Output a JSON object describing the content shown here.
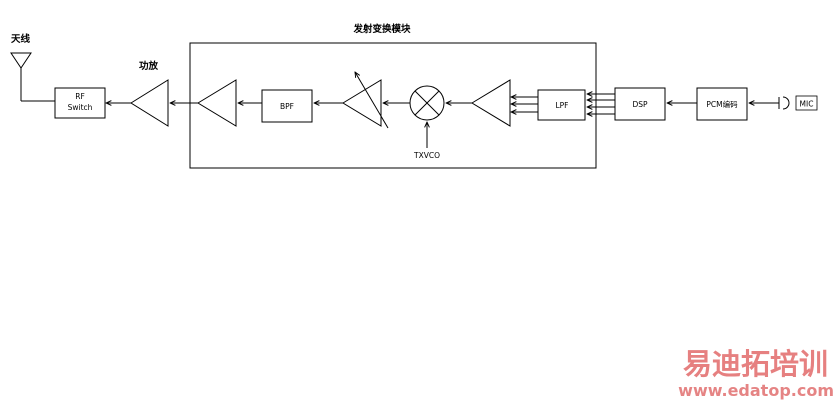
{
  "labels": {
    "antenna": "天线",
    "power_amp": "功放",
    "module_title": "发射变换模块",
    "rf_switch_line1": "RF",
    "rf_switch_line2": "Switch",
    "bpf": "BPF",
    "txvco": "TXVCO",
    "lpf": "LPF",
    "dsp": "DSP",
    "pcm": "PCM编码",
    "mic": "MIC"
  },
  "watermark": {
    "brand": "易迪拓培训",
    "url": "www.edatop.com"
  },
  "colors": {
    "line": "#000000",
    "background": "#ffffff",
    "watermark_brand": "#e26a6a",
    "watermark_url": "#e37777"
  }
}
